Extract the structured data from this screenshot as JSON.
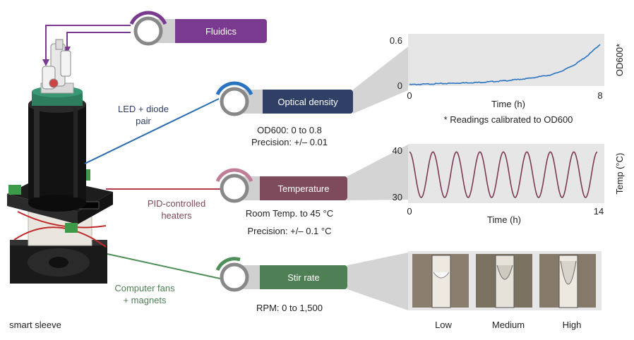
{
  "modules": {
    "fluidics": {
      "label": "Fluidics",
      "color": "#7a3a8f"
    },
    "optical": {
      "label": "Optical density",
      "color": "#2f3f66",
      "arc_color": "#2b74c2",
      "range": "OD600: 0 to 0.8",
      "precision": "Precision: +/– 0.01"
    },
    "temperature": {
      "label": "Temperature",
      "color": "#7d4b5c",
      "arc_color": "#c07d97",
      "range": "Room Temp. to 45 °C",
      "precision": "Precision: +/– 0.1 °C"
    },
    "stir": {
      "label": "Stir rate",
      "color": "#4e7f55",
      "arc_color": "#4e8f5a",
      "range": "RPM: 0 to 1,500"
    }
  },
  "side_labels": {
    "led": [
      "LED + diode",
      "pair"
    ],
    "heaters": [
      "PID-controlled",
      "heaters"
    ],
    "fans": [
      "Computer fans",
      "+ magnets"
    ],
    "sleeve": "smart sleeve"
  },
  "colors": {
    "led": "#2b6cb0",
    "heaters": "#b23a4a",
    "fans": "#4e8f5a",
    "od_line": "#2b74c2",
    "temp_line": "#7d3a55"
  },
  "chart_data": [
    {
      "type": "line",
      "title": "",
      "xlabel": "Time (h)",
      "ylabel": "OD600*",
      "xlim": [
        0,
        8
      ],
      "ylim": [
        0,
        0.6
      ],
      "x_ticks": [
        "0",
        "8"
      ],
      "y_ticks": [
        "0.6",
        "0"
      ],
      "note": "* Readings calibrated to OD600",
      "series": [
        {
          "x": [
            0,
            1,
            2,
            3,
            4,
            5,
            6,
            6.5,
            7,
            7.5,
            8
          ],
          "values": [
            0.0,
            0.01,
            0.02,
            0.03,
            0.05,
            0.08,
            0.13,
            0.19,
            0.27,
            0.38,
            0.52
          ]
        }
      ]
    },
    {
      "type": "line",
      "title": "",
      "xlabel": "Time (h)",
      "ylabel": "Temp (°C)",
      "xlim": [
        0,
        14
      ],
      "ylim": [
        30,
        40
      ],
      "x_ticks": [
        "0",
        "14"
      ],
      "y_ticks": [
        "40",
        "30"
      ],
      "cycles": 8,
      "series": [
        {
          "amplitude_range": [
            30,
            39.5
          ]
        }
      ]
    }
  ],
  "stir_photos": {
    "labels": [
      "Low",
      "Medium",
      "High"
    ]
  }
}
